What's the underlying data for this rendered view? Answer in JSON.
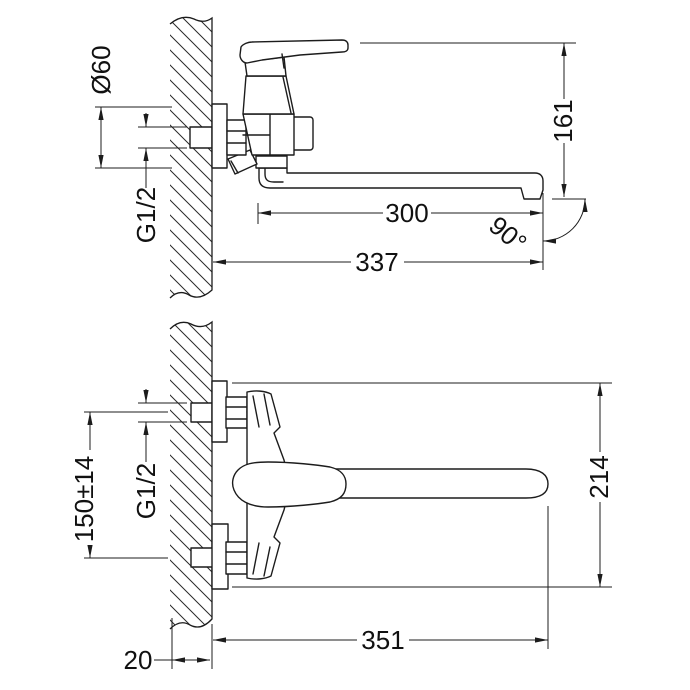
{
  "colors": {
    "background": "#ffffff",
    "line": "#1c1c1c",
    "text": "#111111"
  },
  "top_view": {
    "dimensions": {
      "flange_diameter": "Ø60",
      "thread": "G1/2",
      "height_to_spout": "161",
      "spout_reach": "300",
      "swivel_angle": "90°",
      "overall_reach": "337"
    }
  },
  "plan_view": {
    "dimensions": {
      "connection_centers": "150±14",
      "thread": "G1/2",
      "overall_depth": "214",
      "overall_reach": "351",
      "wall_clearance": "20"
    }
  }
}
